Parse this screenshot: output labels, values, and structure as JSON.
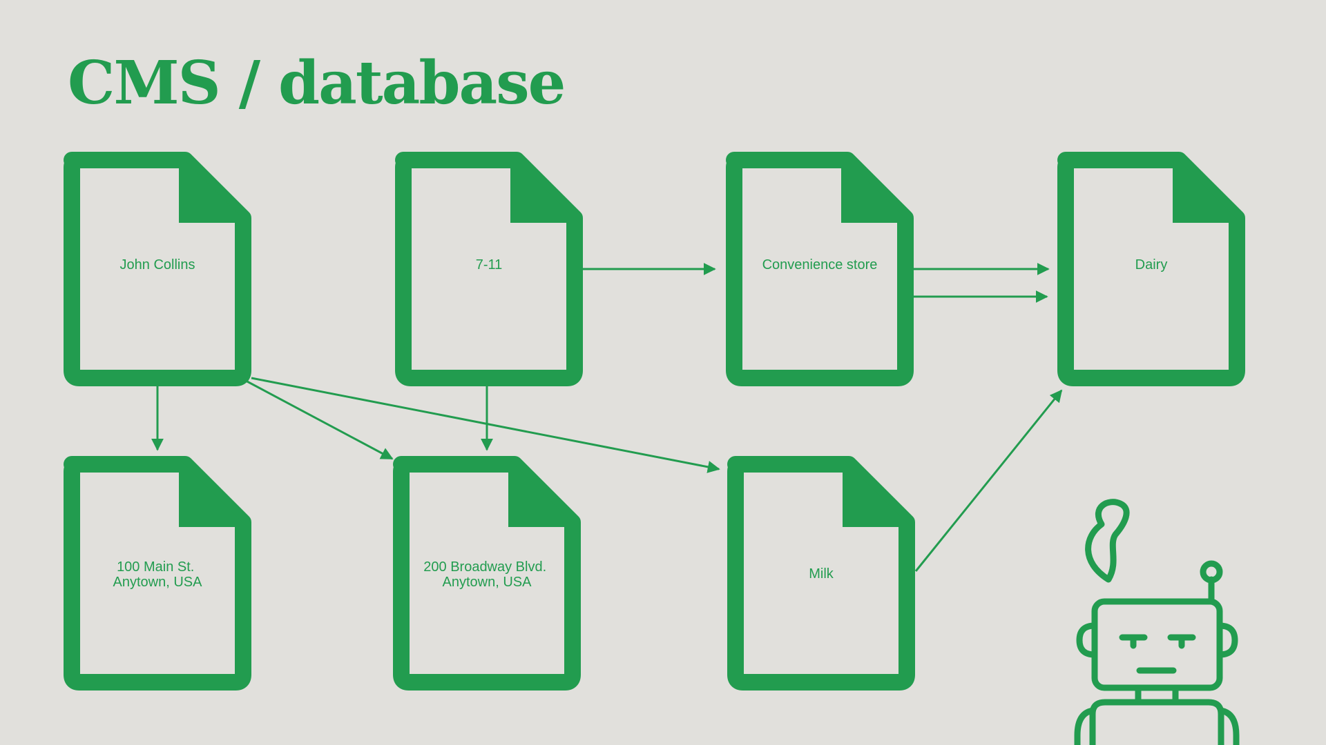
{
  "slide": {
    "title": "CMS / database"
  },
  "colors": {
    "accent": "#229c4f",
    "background": "#e1e0dc"
  },
  "documents": {
    "john": {
      "lines": [
        "John Collins"
      ]
    },
    "seven": {
      "lines": [
        "7-11"
      ]
    },
    "convenience": {
      "lines": [
        "Convenience store"
      ]
    },
    "dairy": {
      "lines": [
        "Dairy"
      ]
    },
    "main_st": {
      "lines": [
        "100 Main St.",
        "Anytown, USA"
      ]
    },
    "broadway": {
      "lines": [
        "200 Broadway Blvd.",
        "Anytown, USA"
      ]
    },
    "milk": {
      "lines": [
        "Milk"
      ]
    }
  },
  "icons": {
    "robot": "robot-icon",
    "steam": "steam-icon"
  }
}
